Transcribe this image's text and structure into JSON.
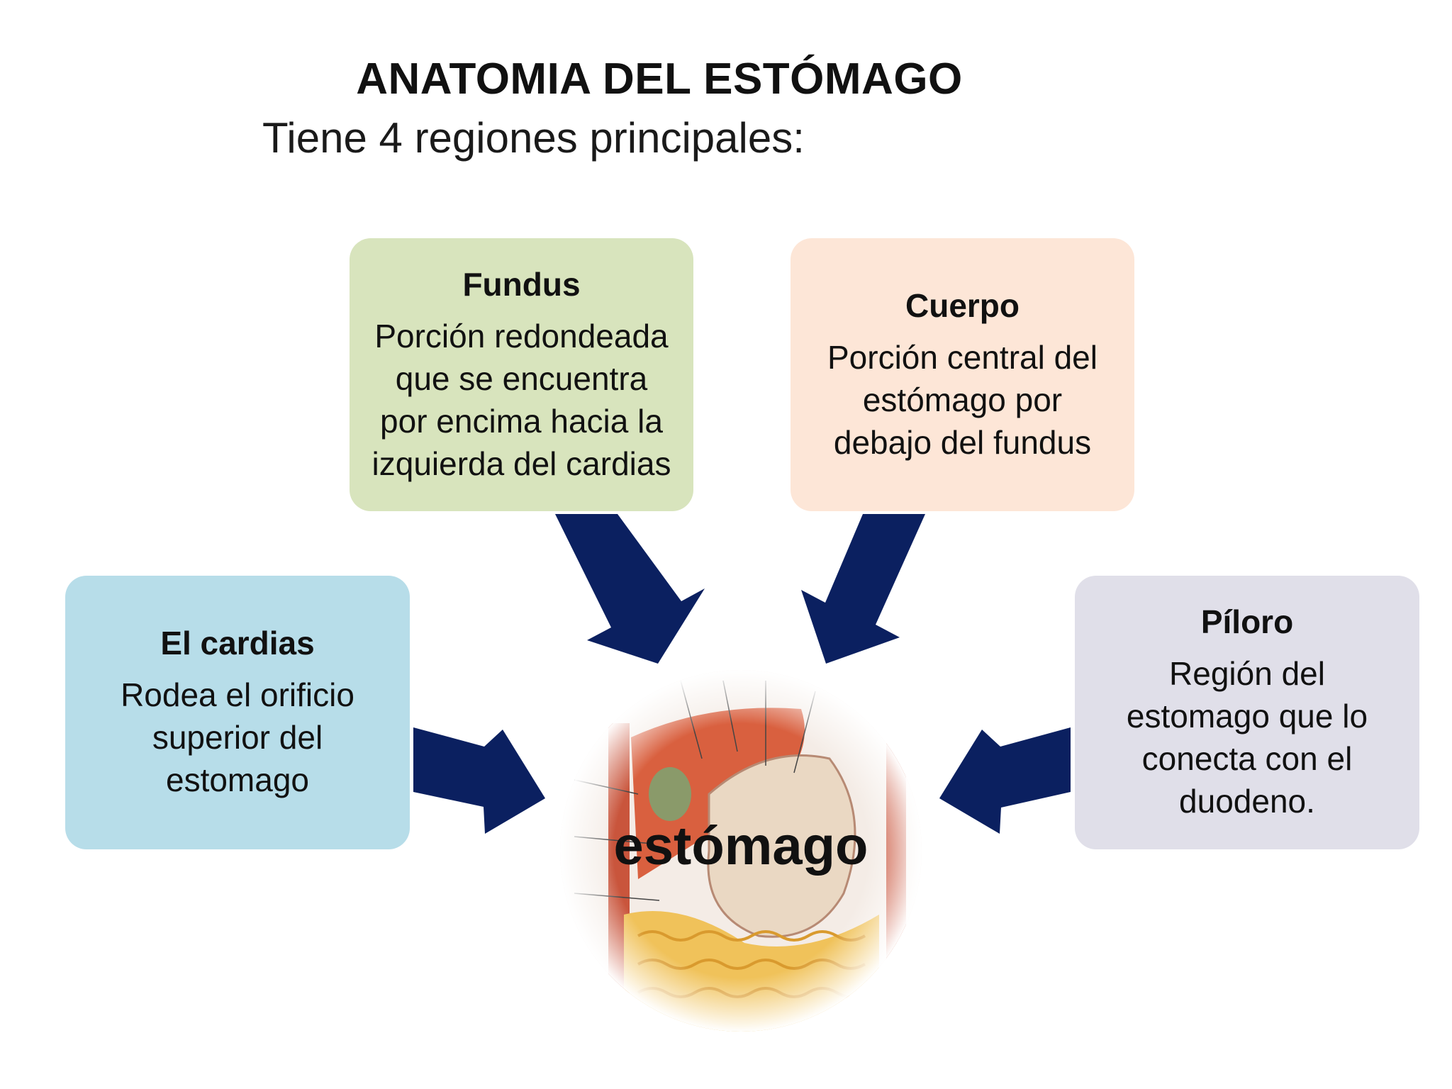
{
  "slide": {
    "title": "ANATOMIA DEL ESTÓMAGO",
    "subtitle": "Tiene 4 regiones principales:"
  },
  "regions": {
    "fundus": {
      "title": "Fundus",
      "description": "Porción redondeada\nque se encuentra\npor encima hacia la\nizquierda del cardias"
    },
    "cuerpo": {
      "title": "Cuerpo",
      "description": "Porción central del\nestómago por\ndebajo del fundus"
    },
    "cardias": {
      "title": "El cardias",
      "description": "Rodea el orificio\nsuperior del\nestomago"
    },
    "piloro": {
      "title": "Píloro",
      "description": "Región del\nestomago que lo\nconecta con el\nduodeno."
    }
  },
  "center": {
    "label": "estómago"
  },
  "colors": {
    "fundus": "#d8e4bd",
    "cuerpo": "#fde6d7",
    "cardias": "#b7dde9",
    "piloro": "#e0dfe9",
    "arrow": "#0b2060"
  }
}
